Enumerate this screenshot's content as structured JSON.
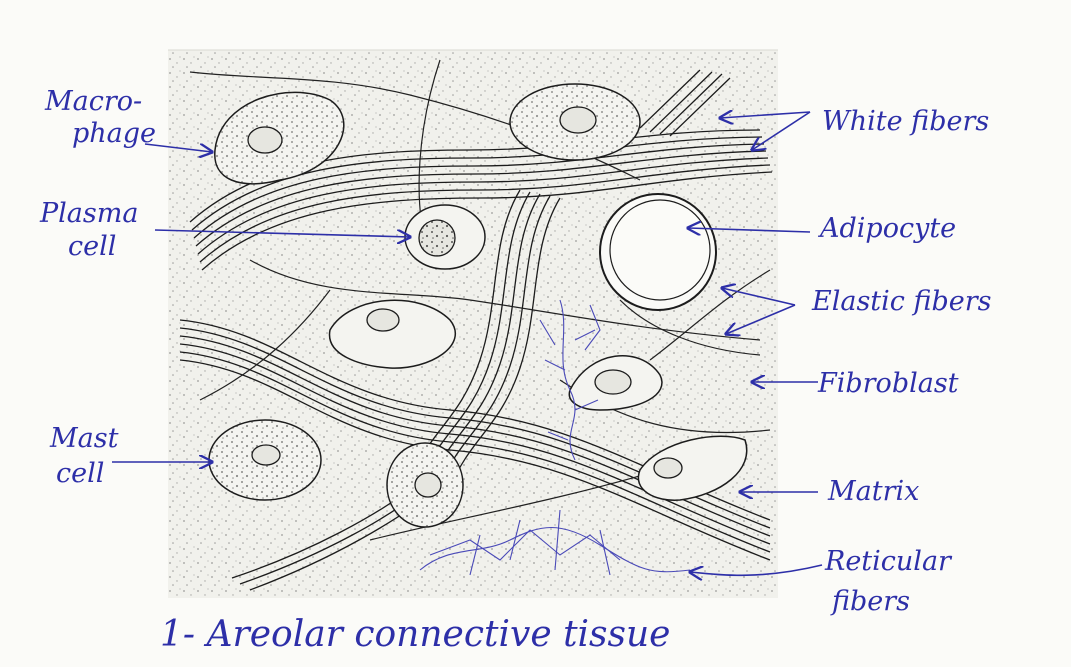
{
  "title": "1- Areolar connective tissue",
  "labels": {
    "macrophage": [
      "Macro-",
      "phage"
    ],
    "plasma_cell": [
      "Plasma",
      "cell"
    ],
    "mast_cell": [
      "Mast",
      "cell"
    ],
    "white_fibers": "White fibers",
    "adipocyte": "Adipocyte",
    "elastic_fibers": "Elastic fibers",
    "fibroblast": "Fibroblast",
    "matrix": "Matrix",
    "reticular_fibers": [
      "Reticular",
      "fibers"
    ]
  },
  "colors": {
    "ink": "#1c1c1c",
    "label_ink": "#2d2fa8",
    "paper": "#fbfbf8"
  }
}
